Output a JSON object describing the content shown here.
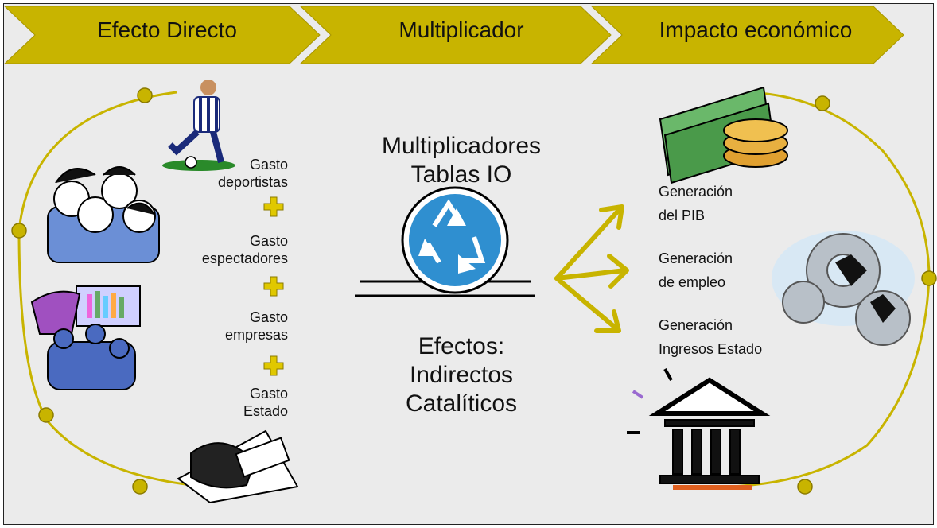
{
  "header": {
    "steps": [
      {
        "label": "Efecto Directo"
      },
      {
        "label": "Multiplicador"
      },
      {
        "label": "Impacto económico"
      }
    ]
  },
  "left": {
    "items": [
      {
        "line1": "Gasto",
        "line2": "deportistas"
      },
      {
        "line1": "Gasto",
        "line2": "espectadores"
      },
      {
        "line1": "Gasto",
        "line2": "empresas"
      },
      {
        "line1": "Gasto",
        "line2": "Estado"
      }
    ]
  },
  "center": {
    "top_line1": "Multiplicadores",
    "top_line2": "Tablas IO",
    "bottom_line1": "Efectos:",
    "bottom_line2": "Indirectos",
    "bottom_line3": "Catalíticos"
  },
  "right": {
    "items": [
      {
        "line1": "Generación",
        "line2": "del PIB"
      },
      {
        "line1": "Generación",
        "line2": "de empleo"
      },
      {
        "line1": "Generación",
        "line2": "Ingresos Estado"
      }
    ]
  },
  "colors": {
    "chevron": "#c8b400",
    "arc": "#c8b400",
    "arrow": "#c8b400",
    "plus": "#e0c800",
    "recycle": "#2f8fd0"
  }
}
